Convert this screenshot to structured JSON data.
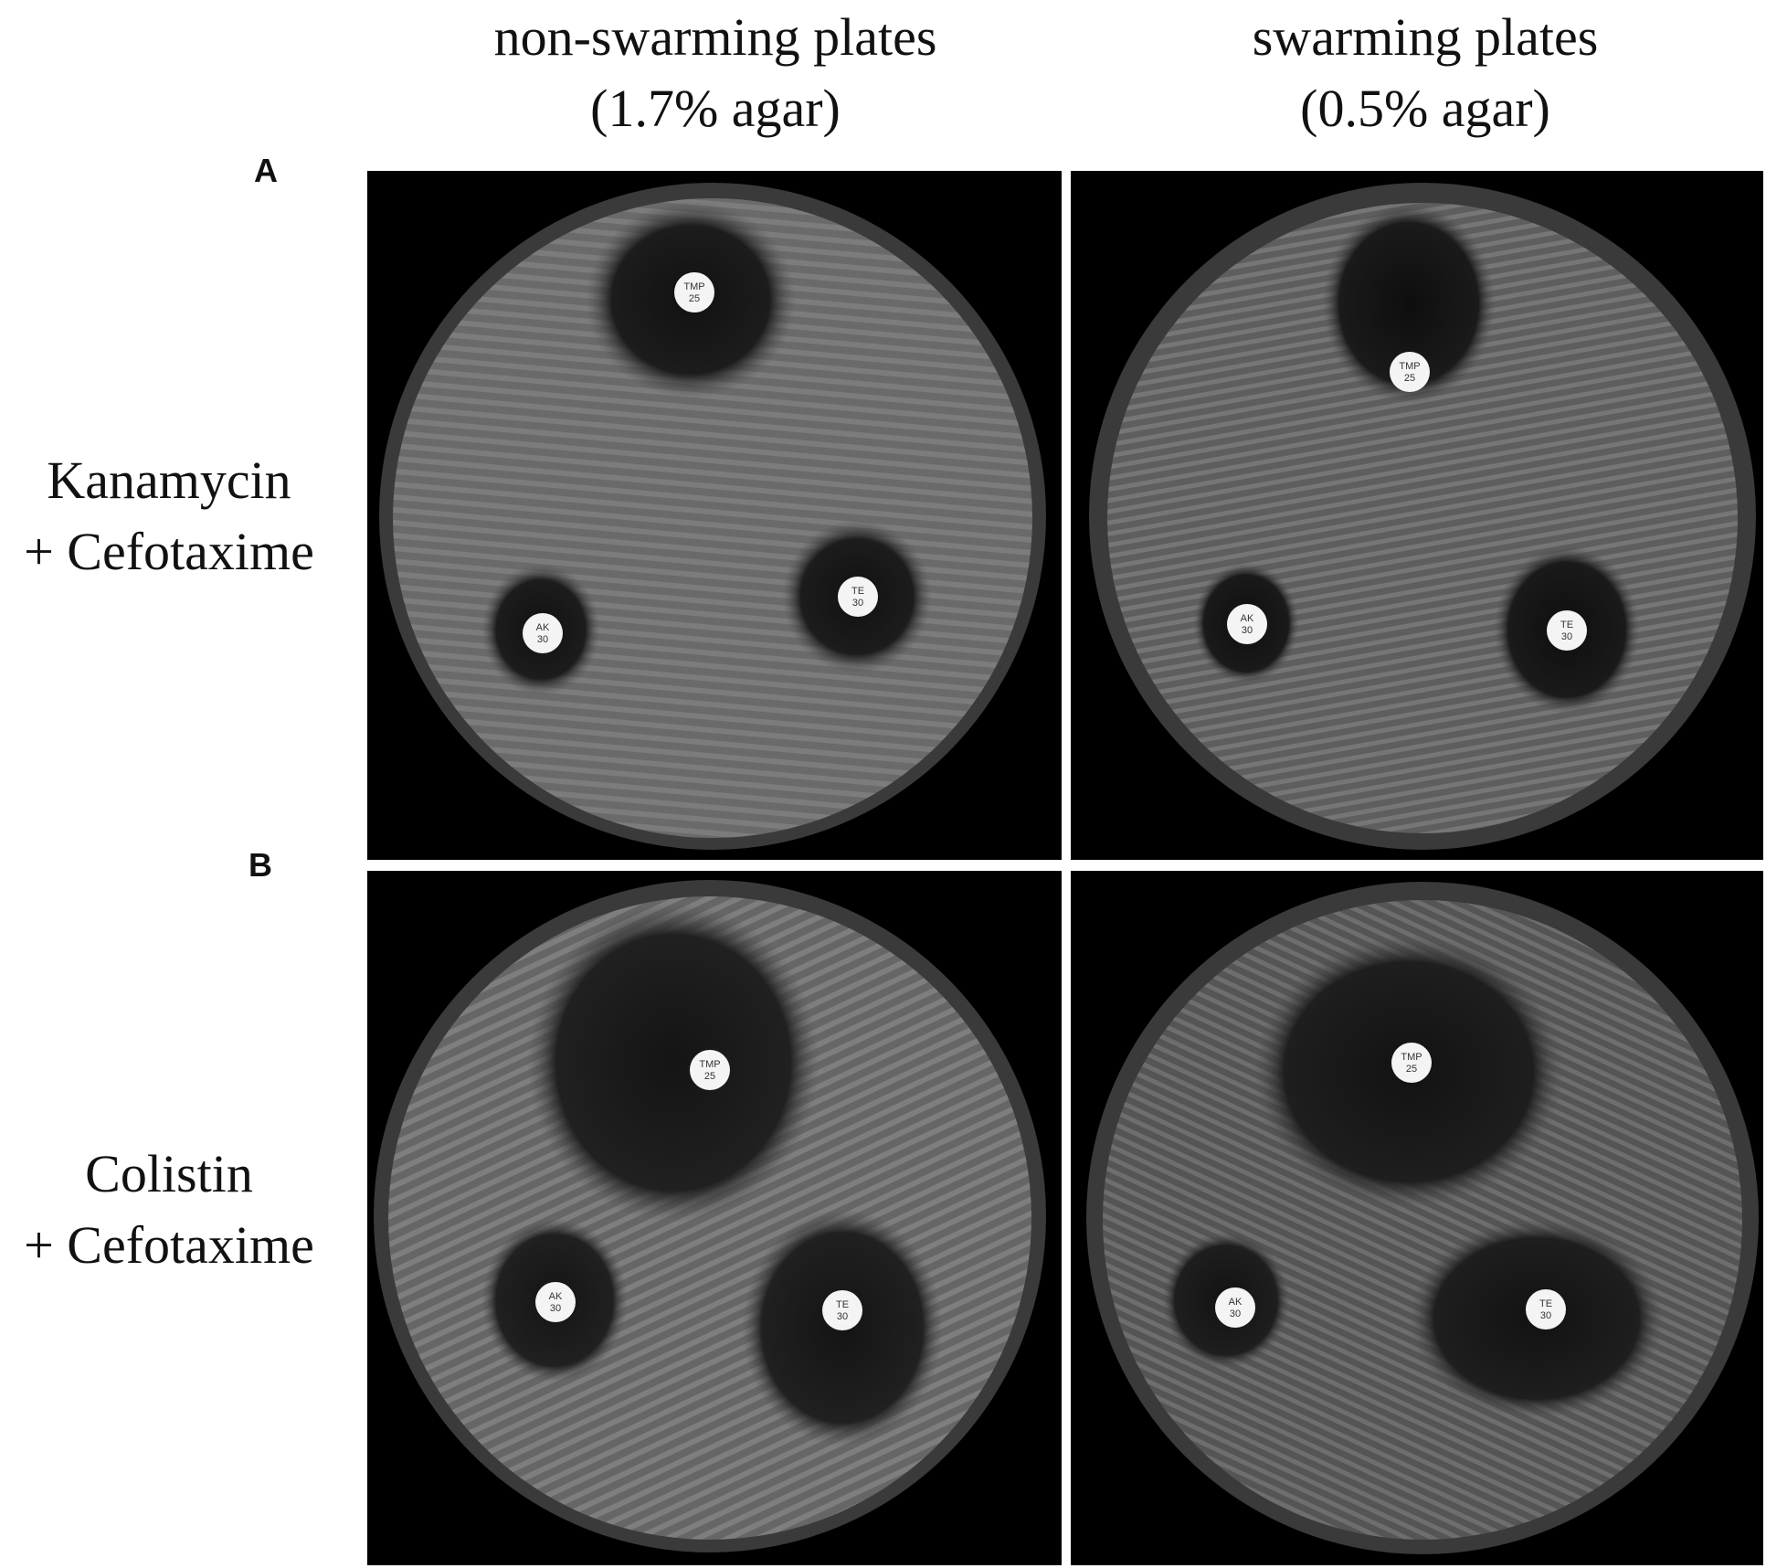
{
  "columns": [
    {
      "line1": "non-swarming plates",
      "line2": "(1.7% agar)"
    },
    {
      "line1": "swarming plates",
      "line2": "(0.5% agar)"
    }
  ],
  "panels": [
    {
      "letter": "A",
      "label_line1": "Kanamycin",
      "label_line2": "+ Cefotaxime"
    },
    {
      "letter": "B",
      "label_line1": "Colistin",
      "label_line2": "+ Cefotaxime"
    }
  ],
  "disks": {
    "tmp": {
      "top": "TMP",
      "bottom": "25"
    },
    "ak": {
      "top": "AK",
      "bottom": "30"
    },
    "te": {
      "top": "TE",
      "bottom": "30"
    }
  },
  "colors": {
    "background": "#000000",
    "agar": "#6e6e6e",
    "inhibition_zone": "#1a1a1a",
    "disk": "#f4f4f4"
  }
}
